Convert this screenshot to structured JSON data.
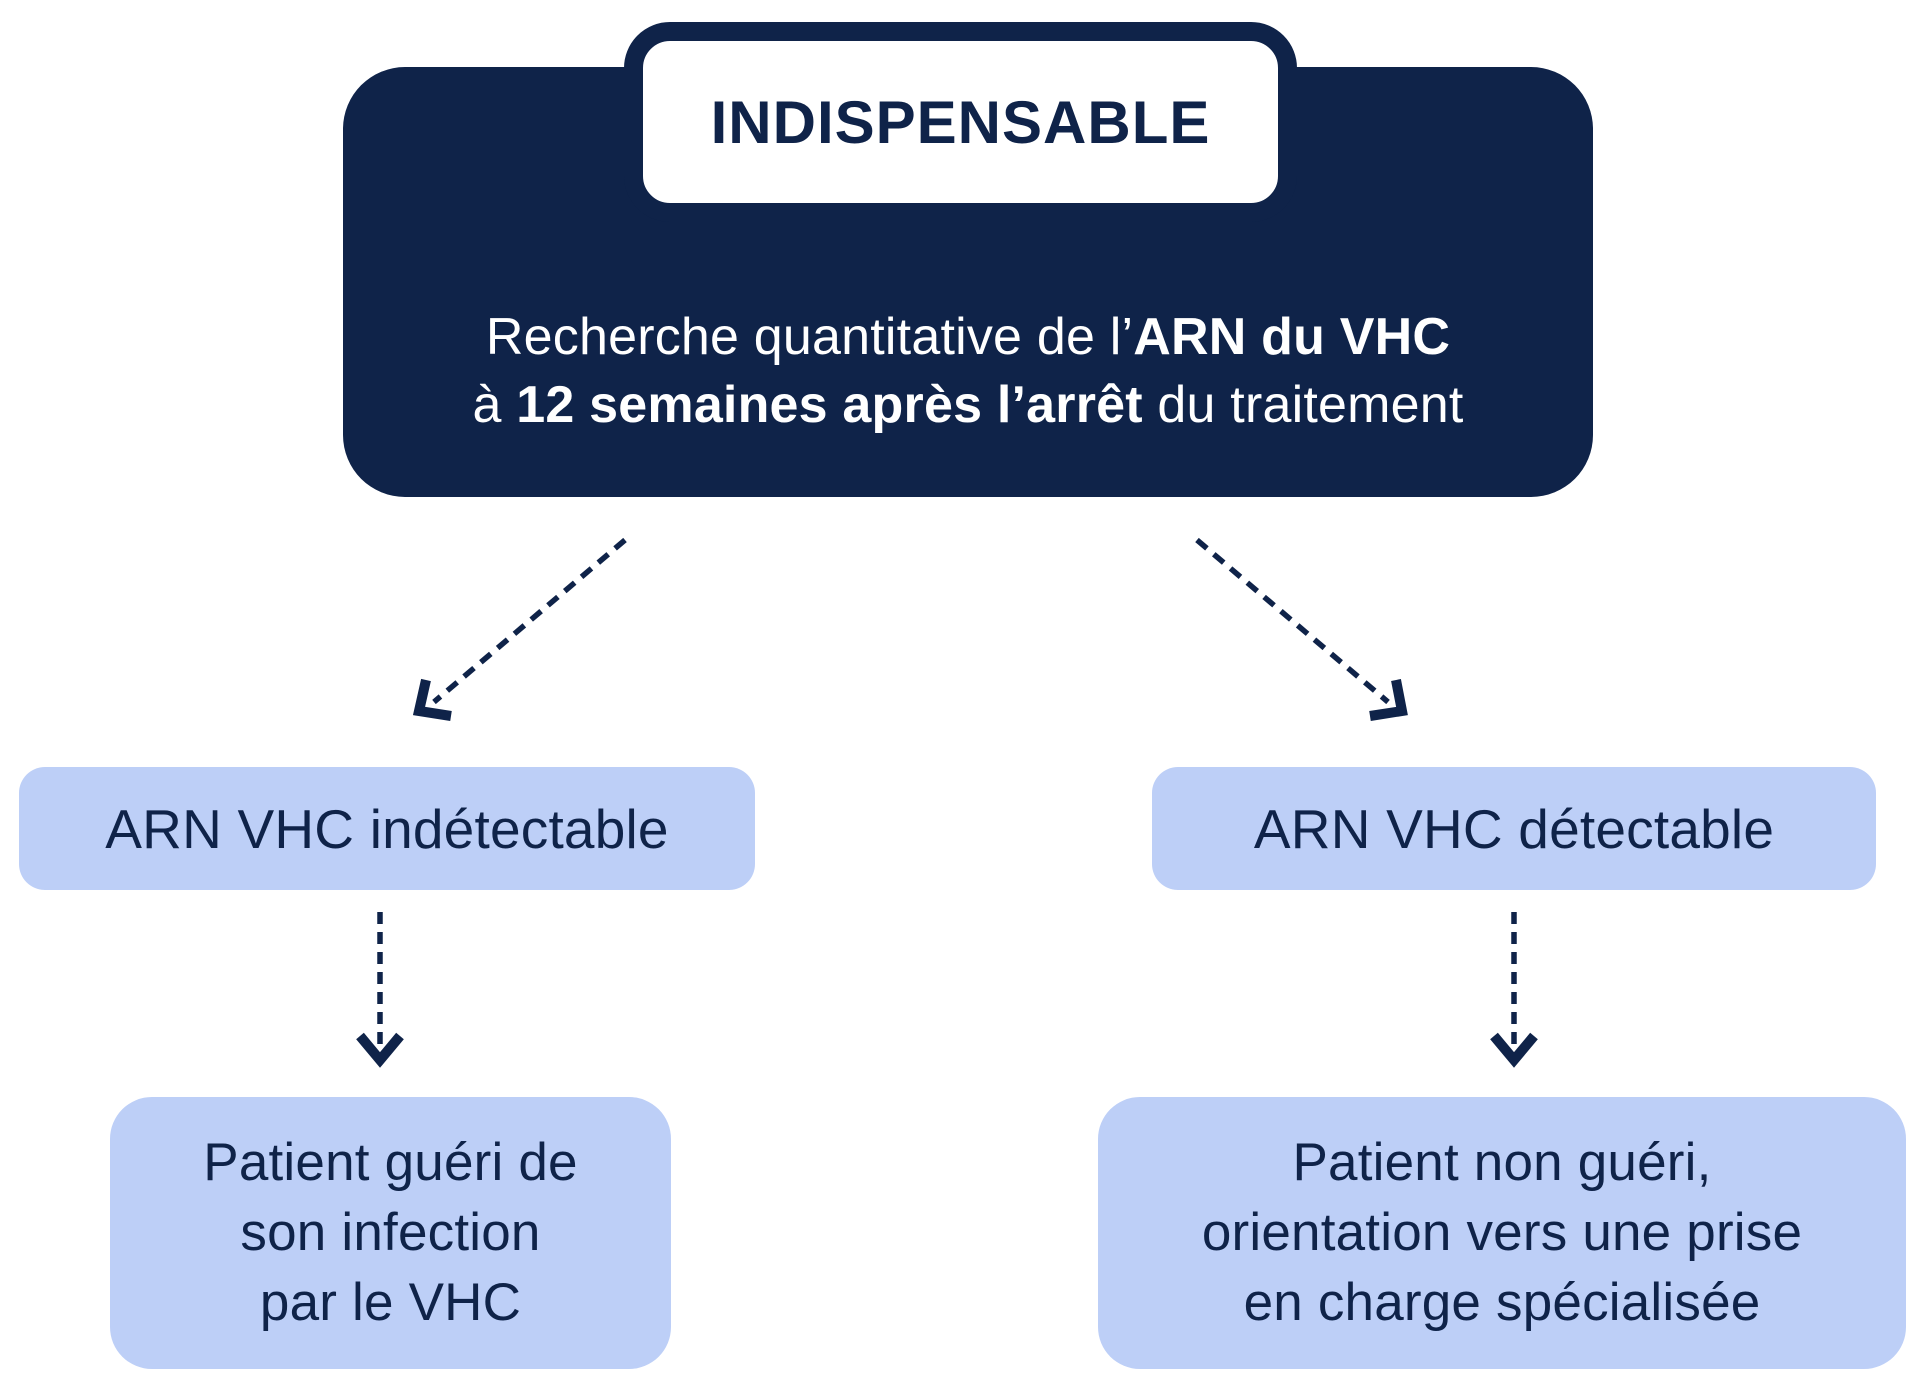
{
  "colors": {
    "navy": "#0f2349",
    "light_blue": "#bdcff7",
    "white": "#ffffff"
  },
  "header": {
    "badge": "INDISPENSABLE",
    "line1_regular": "Recherche quantitative de l’",
    "line1_bold": "ARN du VHC",
    "line2_regular_start": "à ",
    "line2_bold": "12 semaines après l’arrêt",
    "line2_regular_end": " du traitement"
  },
  "branches": {
    "left": {
      "result": "ARN VHC indétectable",
      "outcome_lines": [
        "Patient guéri de",
        "son infection",
        "par le VHC"
      ]
    },
    "right": {
      "result": "ARN VHC détectable",
      "outcome_lines": [
        "Patient non guéri,",
        "orientation vers une prise",
        "en charge spécialisée"
      ]
    }
  },
  "icons": {
    "arrow_style": "dashed-navy-arrow"
  }
}
